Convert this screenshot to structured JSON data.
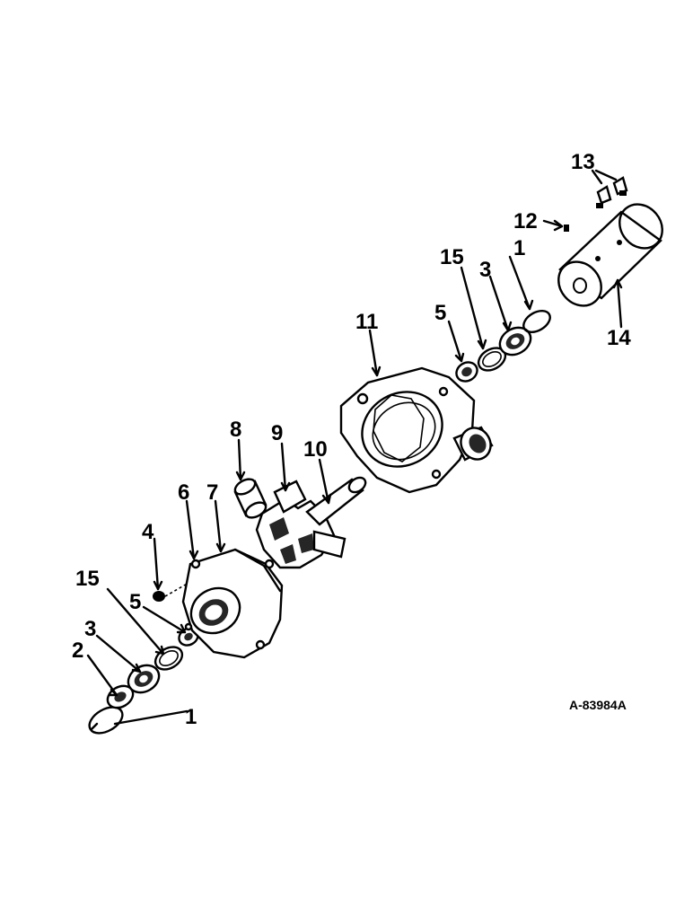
{
  "diagram": {
    "drawing_code": "A-83984A",
    "callouts": [
      {
        "id": "c1a",
        "text": "1"
      },
      {
        "id": "c1b",
        "text": "1"
      },
      {
        "id": "c2",
        "text": "2"
      },
      {
        "id": "c3a",
        "text": "3"
      },
      {
        "id": "c3b",
        "text": "3"
      },
      {
        "id": "c4",
        "text": "4"
      },
      {
        "id": "c5a",
        "text": "5"
      },
      {
        "id": "c5b",
        "text": "5"
      },
      {
        "id": "c6",
        "text": "6"
      },
      {
        "id": "c7",
        "text": "7"
      },
      {
        "id": "c8",
        "text": "8"
      },
      {
        "id": "c9",
        "text": "9"
      },
      {
        "id": "c10",
        "text": "10"
      },
      {
        "id": "c11",
        "text": "11"
      },
      {
        "id": "c12",
        "text": "12"
      },
      {
        "id": "c13",
        "text": "13"
      },
      {
        "id": "c14",
        "text": "14"
      },
      {
        "id": "c15a",
        "text": "15"
      },
      {
        "id": "c15b",
        "text": "15"
      }
    ]
  }
}
